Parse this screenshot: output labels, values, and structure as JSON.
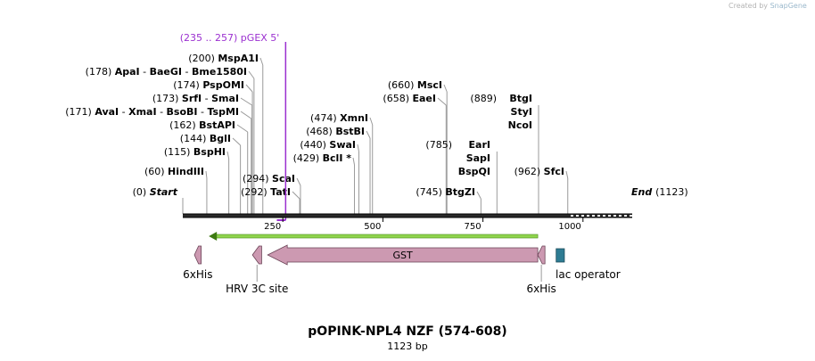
{
  "credit": {
    "prefix": "Created by",
    "brand": "SnapGene"
  },
  "plasmid": {
    "name": "pOPINK-NPL4 NZF (574-608)",
    "length_label": "1123 bp",
    "length": 1123
  },
  "primer": {
    "range": "(235 .. 257)",
    "name": "pGEX 5'",
    "start": 235,
    "end": 257,
    "color": "#9b30d0"
  },
  "ends": {
    "start_label": "Start",
    "start_pos_label": "(0)",
    "end_label": "End",
    "end_pos_label": "(1123)"
  },
  "sites": [
    {
      "pos": 60,
      "pos_label": "(60)",
      "names": [
        "HindIII"
      ]
    },
    {
      "pos": 115,
      "pos_label": "(115)",
      "names": [
        "BspHI"
      ]
    },
    {
      "pos": 144,
      "pos_label": "(144)",
      "names": [
        "BglI"
      ]
    },
    {
      "pos": 162,
      "pos_label": "(162)",
      "names": [
        "BstAPI"
      ]
    },
    {
      "pos": 171,
      "pos_label": "(171)",
      "names": [
        "AvaI",
        "XmaI",
        "BsoBI",
        "TspMI"
      ]
    },
    {
      "pos": 173,
      "pos_label": "(173)",
      "names": [
        "SrfI",
        "SmaI"
      ]
    },
    {
      "pos": 174,
      "pos_label": "(174)",
      "names": [
        "PspOMI"
      ]
    },
    {
      "pos": 178,
      "pos_label": "(178)",
      "names": [
        "ApaI",
        "BaeGI",
        "Bme1580I"
      ]
    },
    {
      "pos": 200,
      "pos_label": "(200)",
      "names": [
        "MspA1I"
      ]
    },
    {
      "pos": 292,
      "pos_label": "(292)",
      "names": [
        "TatI"
      ]
    },
    {
      "pos": 294,
      "pos_label": "(294)",
      "names": [
        "ScaI"
      ]
    },
    {
      "pos": 429,
      "pos_label": "(429)",
      "names": [
        "BclI *"
      ]
    },
    {
      "pos": 440,
      "pos_label": "(440)",
      "names": [
        "SwaI"
      ]
    },
    {
      "pos": 468,
      "pos_label": "(468)",
      "names": [
        "BstBI"
      ]
    },
    {
      "pos": 474,
      "pos_label": "(474)",
      "names": [
        "XmnI"
      ]
    },
    {
      "pos": 658,
      "pos_label": "(658)",
      "names": [
        "EaeI"
      ]
    },
    {
      "pos": 660,
      "pos_label": "(660)",
      "names": [
        "MscI"
      ]
    },
    {
      "pos": 745,
      "pos_label": "(745)",
      "names": [
        "BtgZI"
      ]
    },
    {
      "pos": 785,
      "pos_label": "(785)",
      "names": [
        "EarI",
        "SapI",
        "BspQI"
      ]
    },
    {
      "pos": 889,
      "pos_label": "(889)",
      "names": [
        "BtgI",
        "StyI",
        "NcoI"
      ]
    },
    {
      "pos": 962,
      "pos_label": "(962)",
      "names": [
        "SfcI"
      ]
    }
  ],
  "ticks": [
    {
      "pos": 250,
      "label": "250"
    },
    {
      "pos": 500,
      "label": "500"
    },
    {
      "pos": 750,
      "label": "750"
    },
    {
      "pos": 1000,
      "label": "1000"
    }
  ],
  "features": [
    {
      "name": "6xHis",
      "type": "tag",
      "start": 29,
      "end": 46,
      "direction": "reverse",
      "color": "#cc99b1"
    },
    {
      "name": "HRV 3C site",
      "type": "site",
      "start": 174,
      "end": 197,
      "direction": "reverse",
      "color": "#cc99b1"
    },
    {
      "name": "GST",
      "type": "cds",
      "start": 212,
      "end": 887,
      "direction": "reverse",
      "color": "#cc99b1"
    },
    {
      "name": "6xHis",
      "type": "tag",
      "start": 887,
      "end": 905,
      "direction": "reverse",
      "color": "#cc99b1"
    },
    {
      "name": "lac operator",
      "type": "protein_bind",
      "start": 933,
      "end": 958,
      "direction": "none",
      "color": "#2e7c93"
    }
  ],
  "orf": {
    "start": 65,
    "end": 887,
    "direction": "reverse",
    "color": "#8fd44d"
  }
}
